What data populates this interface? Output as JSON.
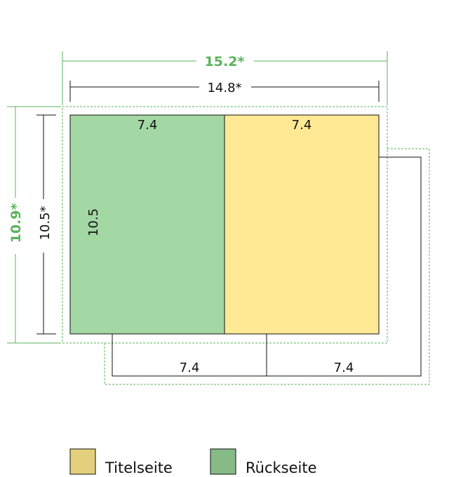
{
  "colors": {
    "ruecken_panel": "#a3d7a4",
    "titel_panel": "#ffe994",
    "legend_titel": "#e4d07c",
    "legend_ruecken": "#86bb87",
    "bleed_green": "#5bb35b",
    "line_black": "#111111"
  },
  "dimensions": {
    "total_width_bleed": "15.2*",
    "total_width": "14.8*",
    "total_height_bleed": "10.9*",
    "total_height": "10.5*",
    "panel_height": "10.5"
  },
  "panels": {
    "left_width": "7.4",
    "right_width": "7.4",
    "bottom_left_width": "7.4",
    "bottom_right_width": "7.4"
  },
  "legend": {
    "titelseite": "Titelseite",
    "rueckseite": "Rückseite"
  }
}
